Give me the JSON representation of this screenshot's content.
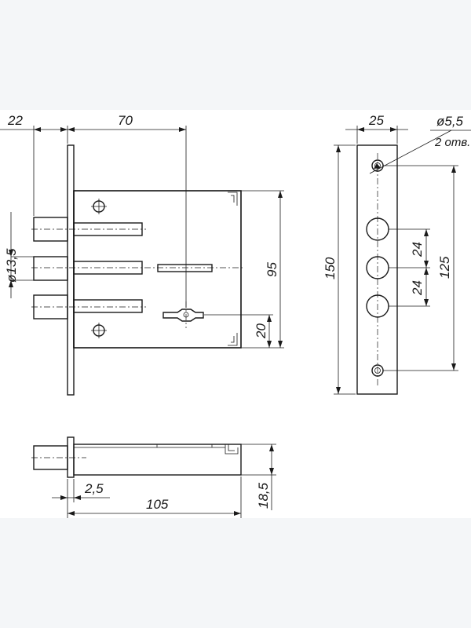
{
  "dimensions": {
    "top_left_offset": "22",
    "top_body_width": "70",
    "bolt_diameter": "ø13,5",
    "body_height": "95",
    "key_offset": "20",
    "faceplate_width": "25",
    "hole_diameter": "ø5,5",
    "hole_count": "2 отв.",
    "faceplate_length": "150",
    "hole_spacing_upper": "24",
    "hole_spacing_lower": "24",
    "mount_hole_spacing": "125",
    "faceplate_thickness": "2,5",
    "total_length": "105",
    "body_depth": "18,5"
  }
}
